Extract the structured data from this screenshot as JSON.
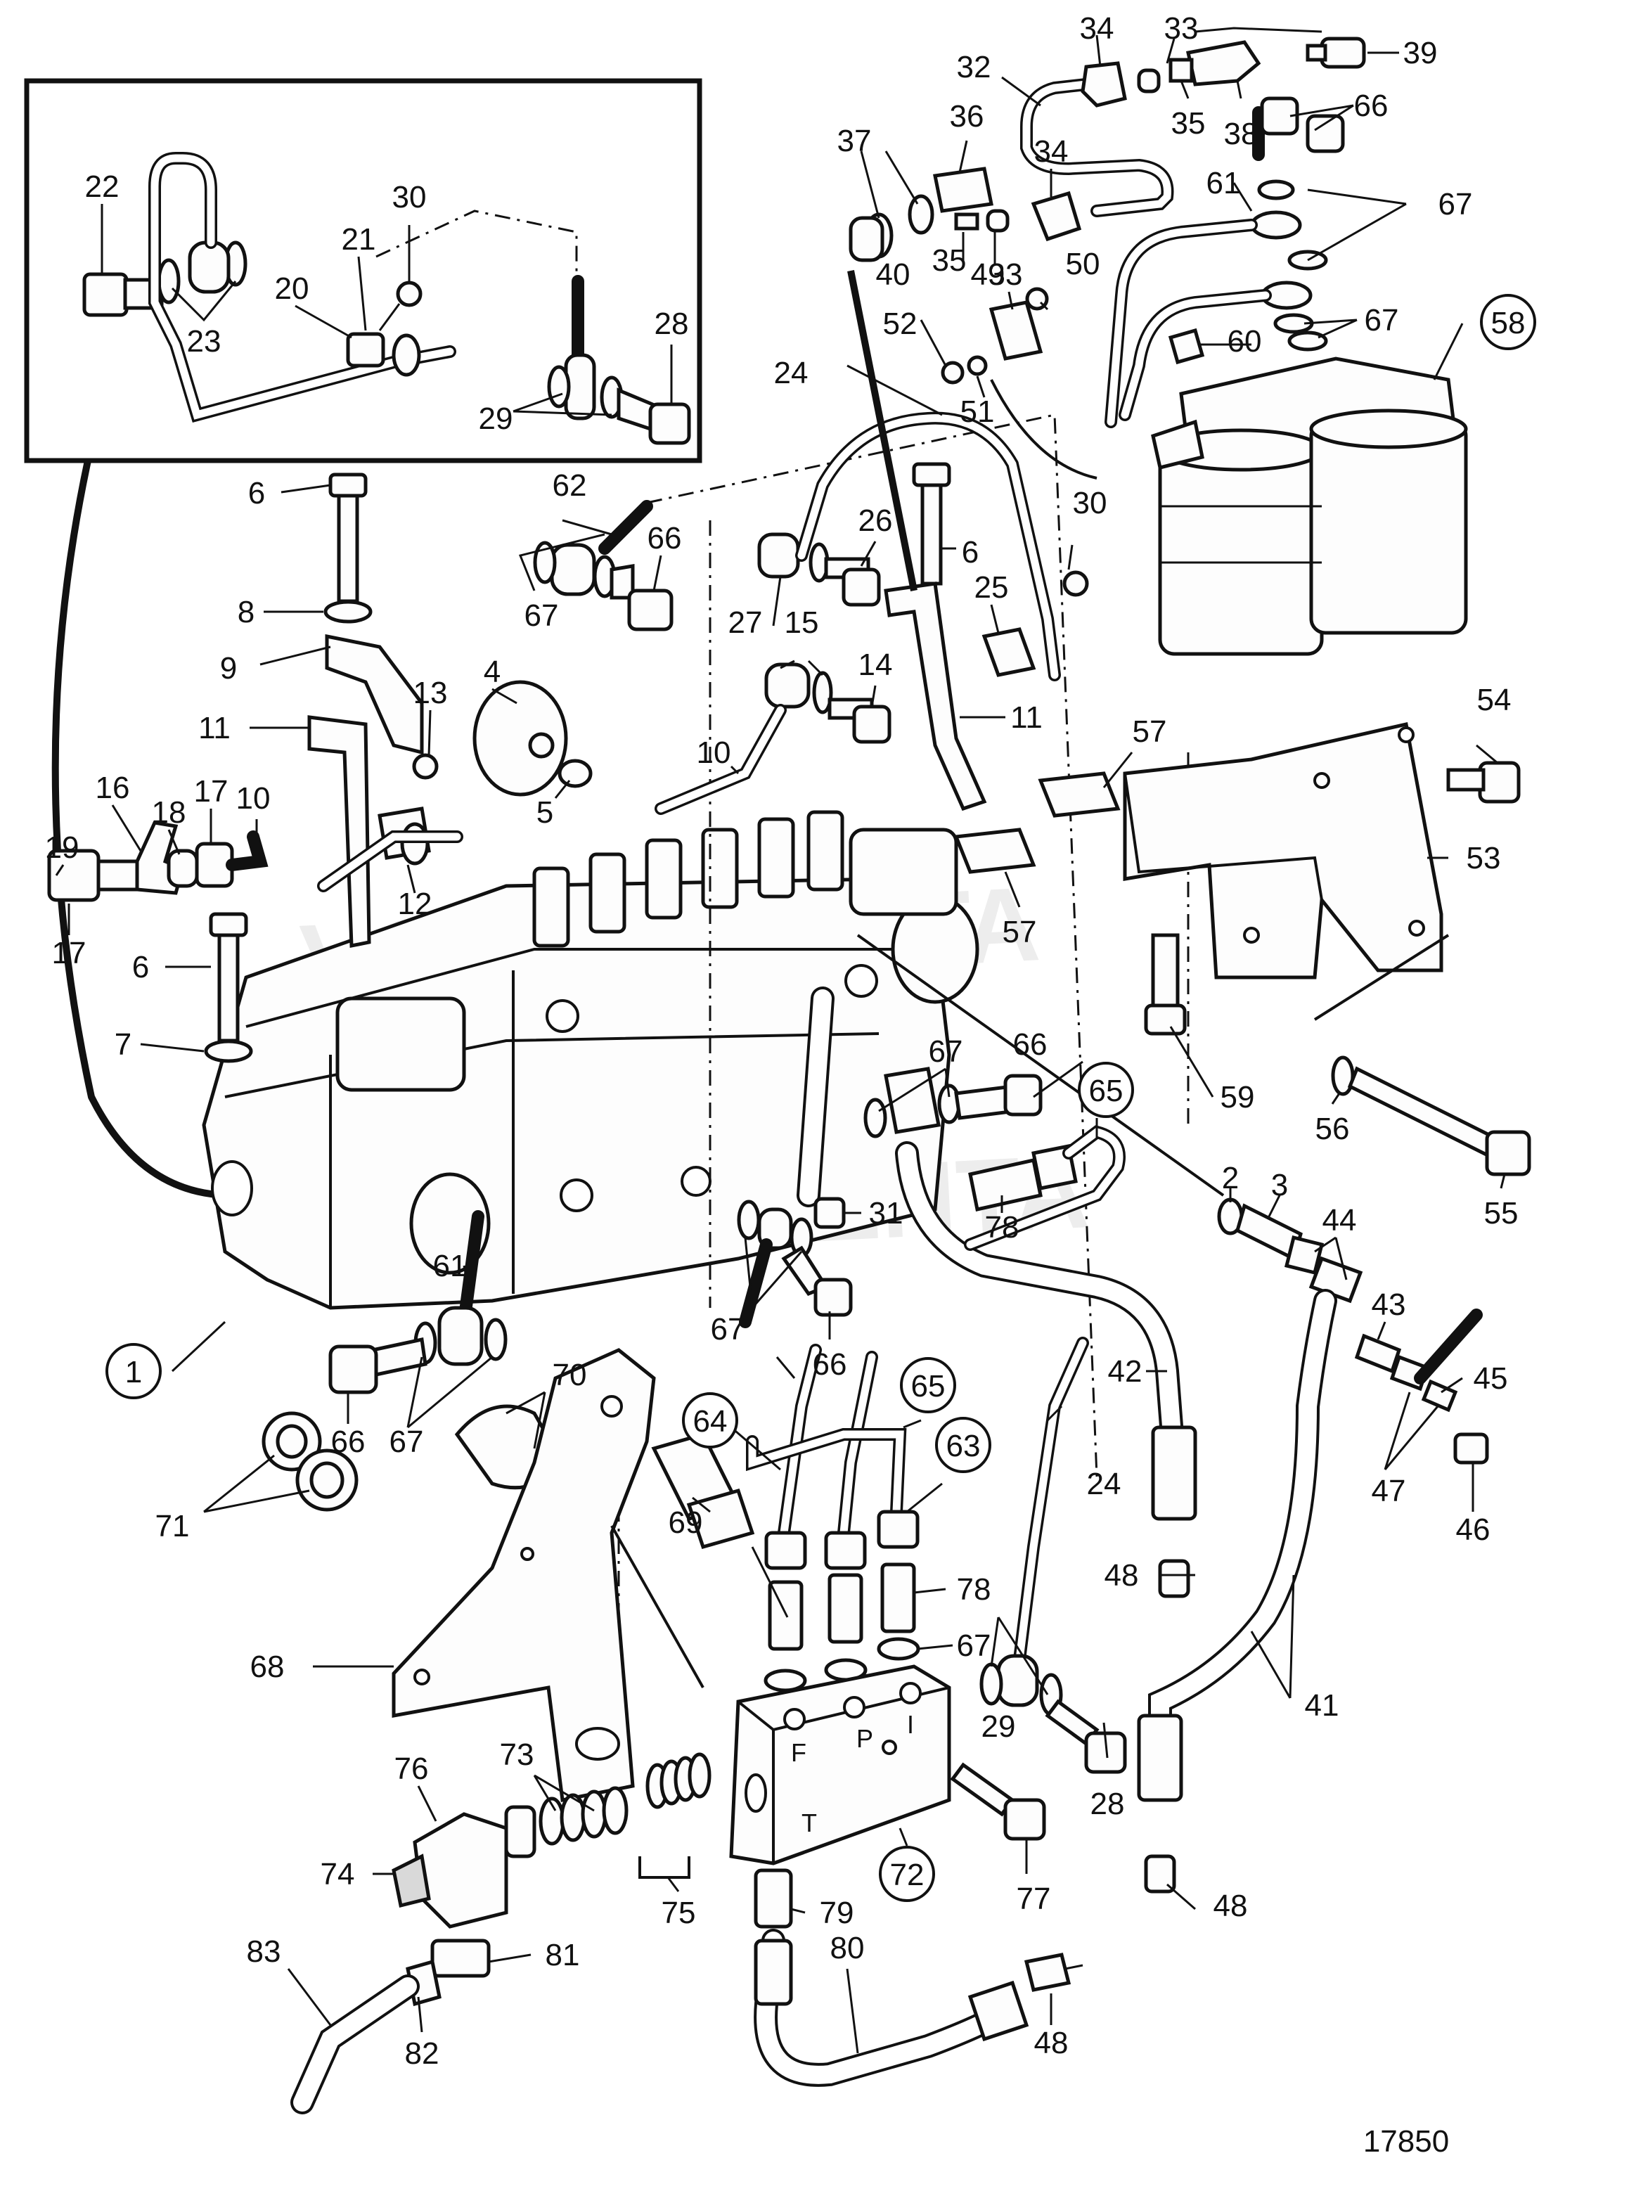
{
  "drawing_number": "17850",
  "callouts": [
    {
      "text": "1",
      "circled": true
    },
    {
      "text": "2"
    },
    {
      "text": "3"
    },
    {
      "text": "4"
    },
    {
      "text": "5"
    },
    {
      "text": "6"
    },
    {
      "text": "6"
    },
    {
      "text": "6"
    },
    {
      "text": "7"
    },
    {
      "text": "8"
    },
    {
      "text": "9"
    },
    {
      "text": "10"
    },
    {
      "text": "10"
    },
    {
      "text": "11"
    },
    {
      "text": "11"
    },
    {
      "text": "12"
    },
    {
      "text": "13"
    },
    {
      "text": "14"
    },
    {
      "text": "15"
    },
    {
      "text": "16"
    },
    {
      "text": "17"
    },
    {
      "text": "17"
    },
    {
      "text": "18"
    },
    {
      "text": "19"
    },
    {
      "text": "20"
    },
    {
      "text": "21"
    },
    {
      "text": "22"
    },
    {
      "text": "23"
    },
    {
      "text": "24"
    },
    {
      "text": "24"
    },
    {
      "text": "25"
    },
    {
      "text": "26"
    },
    {
      "text": "27"
    },
    {
      "text": "28"
    },
    {
      "text": "28"
    },
    {
      "text": "29"
    },
    {
      "text": "29"
    },
    {
      "text": "30"
    },
    {
      "text": "30"
    },
    {
      "text": "31"
    },
    {
      "text": "32"
    },
    {
      "text": "33"
    },
    {
      "text": "33"
    },
    {
      "text": "34"
    },
    {
      "text": "34"
    },
    {
      "text": "35"
    },
    {
      "text": "35"
    },
    {
      "text": "36"
    },
    {
      "text": "37"
    },
    {
      "text": "38"
    },
    {
      "text": "39"
    },
    {
      "text": "40"
    },
    {
      "text": "41"
    },
    {
      "text": "42"
    },
    {
      "text": "43"
    },
    {
      "text": "44"
    },
    {
      "text": "45"
    },
    {
      "text": "46"
    },
    {
      "text": "47"
    },
    {
      "text": "48"
    },
    {
      "text": "48"
    },
    {
      "text": "48"
    },
    {
      "text": "49"
    },
    {
      "text": "50"
    },
    {
      "text": "51"
    },
    {
      "text": "52"
    },
    {
      "text": "53"
    },
    {
      "text": "54"
    },
    {
      "text": "55"
    },
    {
      "text": "56"
    },
    {
      "text": "57"
    },
    {
      "text": "57"
    },
    {
      "text": "58",
      "circled": true
    },
    {
      "text": "59"
    },
    {
      "text": "60"
    },
    {
      "text": "61"
    },
    {
      "text": "61"
    },
    {
      "text": "62"
    },
    {
      "text": "63",
      "circled": true
    },
    {
      "text": "64",
      "circled": true
    },
    {
      "text": "65",
      "circled": true
    },
    {
      "text": "65",
      "circled": true
    },
    {
      "text": "66"
    },
    {
      "text": "66"
    },
    {
      "text": "66"
    },
    {
      "text": "66"
    },
    {
      "text": "66"
    },
    {
      "text": "67"
    },
    {
      "text": "67"
    },
    {
      "text": "67"
    },
    {
      "text": "67"
    },
    {
      "text": "67"
    },
    {
      "text": "67"
    },
    {
      "text": "67"
    },
    {
      "text": "68"
    },
    {
      "text": "69"
    },
    {
      "text": "70"
    },
    {
      "text": "71"
    },
    {
      "text": "72",
      "circled": true
    },
    {
      "text": "73"
    },
    {
      "text": "74"
    },
    {
      "text": "75"
    },
    {
      "text": "76"
    },
    {
      "text": "77"
    },
    {
      "text": "78"
    },
    {
      "text": "78"
    },
    {
      "text": "79"
    },
    {
      "text": "80"
    },
    {
      "text": "81"
    },
    {
      "text": "82"
    },
    {
      "text": "83"
    }
  ],
  "block_port_marks": [
    "F",
    "P",
    "I",
    "T"
  ],
  "watermark": "VOLVO PENTA"
}
